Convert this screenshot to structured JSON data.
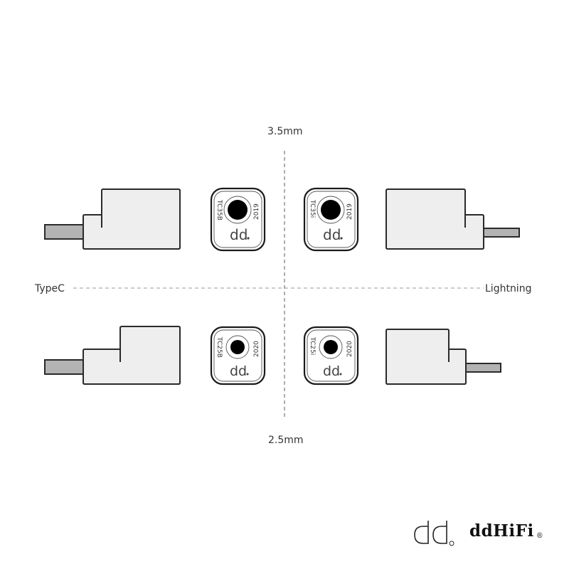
{
  "axes": {
    "top_label": "3.5mm",
    "bottom_label": "2.5mm",
    "left_label": "TypeC",
    "right_label": "Lightning"
  },
  "chips": [
    {
      "model": "TC35B",
      "year": "2019",
      "position": "top-left",
      "jack": "3.5mm",
      "connector": "TypeC"
    },
    {
      "model": "TC35i",
      "year": "2019",
      "position": "top-right",
      "jack": "3.5mm",
      "connector": "Lightning"
    },
    {
      "model": "TC25B",
      "year": "2020",
      "position": "bottom-left",
      "jack": "2.5mm",
      "connector": "TypeC"
    },
    {
      "model": "TC25i",
      "year": "2020",
      "position": "bottom-right",
      "jack": "2.5mm",
      "connector": "Lightning"
    }
  ],
  "chip_logo": "dd",
  "brand": {
    "logo_mark": "dd",
    "name": "ddHiFi",
    "registered": "®"
  },
  "colors": {
    "outline": "#2a2a2a",
    "body_fill": "#eeeeee",
    "plug_fill": "#b3b3b3",
    "dash": "#888888",
    "jack_hole": "#000000"
  }
}
